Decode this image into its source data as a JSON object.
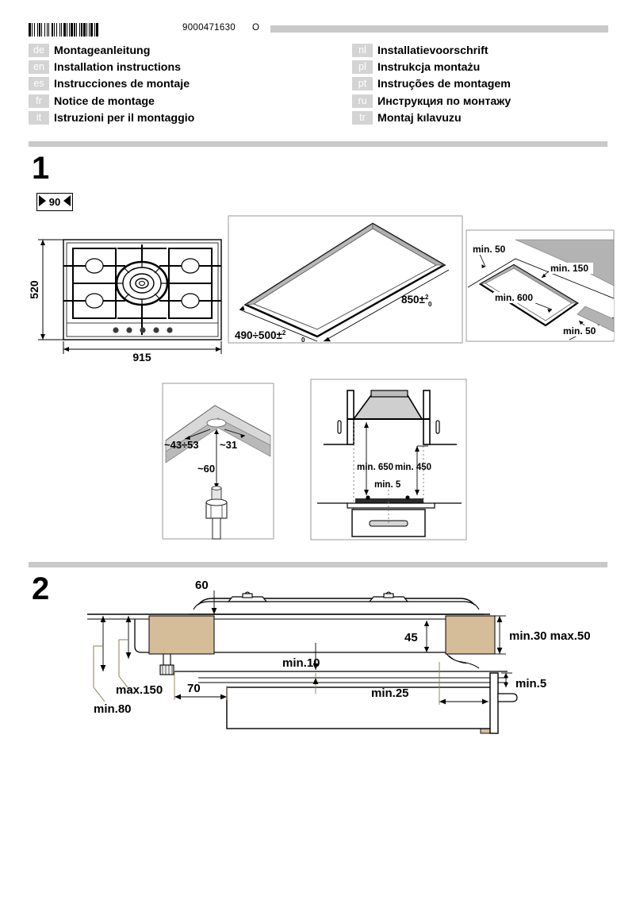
{
  "header": {
    "barcode_number": "9000471630",
    "revision_code": "O"
  },
  "languages": {
    "left": [
      {
        "code": "de",
        "title": "Montageanleitung"
      },
      {
        "code": "en",
        "title": "Installation instructions"
      },
      {
        "code": "es",
        "title": "Instrucciones de montaje"
      },
      {
        "code": "fr",
        "title": "Notice de montage"
      },
      {
        "code": "it",
        "title": "Istruzioni per il montaggio"
      }
    ],
    "right": [
      {
        "code": "nl",
        "title": "Installatievoorschrift"
      },
      {
        "code": "pl",
        "title": "Instrukcja montażu"
      },
      {
        "code": "pt",
        "title": "Instruções de montagem"
      },
      {
        "code": "ru",
        "title": "Инструкция по монтажу"
      },
      {
        "code": "tr",
        "title": "Montaj kılavuzu"
      }
    ]
  },
  "sections": {
    "one": "1",
    "two": "2"
  },
  "badge": {
    "width_class": "90"
  },
  "figures": {
    "hob_plan": {
      "width": "915",
      "depth": "520",
      "burner_count": 5,
      "knob_count": 5
    },
    "cutout": {
      "length": "850±",
      "length_tol_up": "2",
      "length_tol_dn": "0",
      "depth": "490÷500±",
      "depth_tol_up": "2",
      "depth_tol_dn": "0"
    },
    "clearances": {
      "side_left": "min. 50",
      "rear": "min. 150",
      "front": "min. 600",
      "side_right": "min. 50"
    },
    "worktop_edge": {
      "bevel_range": "~43÷53",
      "bevel_small": "~31",
      "pipe_depth": "~60"
    },
    "hood": {
      "hood_to_hob": "min. 650",
      "cabinet_to_hob": "min. 450",
      "gap": "min. 5"
    },
    "cross_section": {
      "worktop_thickness": "60",
      "hob_body_height": "45",
      "worktop_range": "min.30 max.50",
      "clearance_below": "min.10",
      "base_gap": "min.5",
      "rear_clearance": "min.25",
      "front_offset": "70",
      "cabinet_max": "max.150",
      "cabinet_min": "min.80"
    }
  },
  "colors": {
    "rule_gray": "#c9c9c9",
    "code_chip": "#d4d4d4",
    "worktop_tan": "#d6bd9a",
    "panel_gray": "#b3b3b3",
    "ink": "#000000"
  }
}
